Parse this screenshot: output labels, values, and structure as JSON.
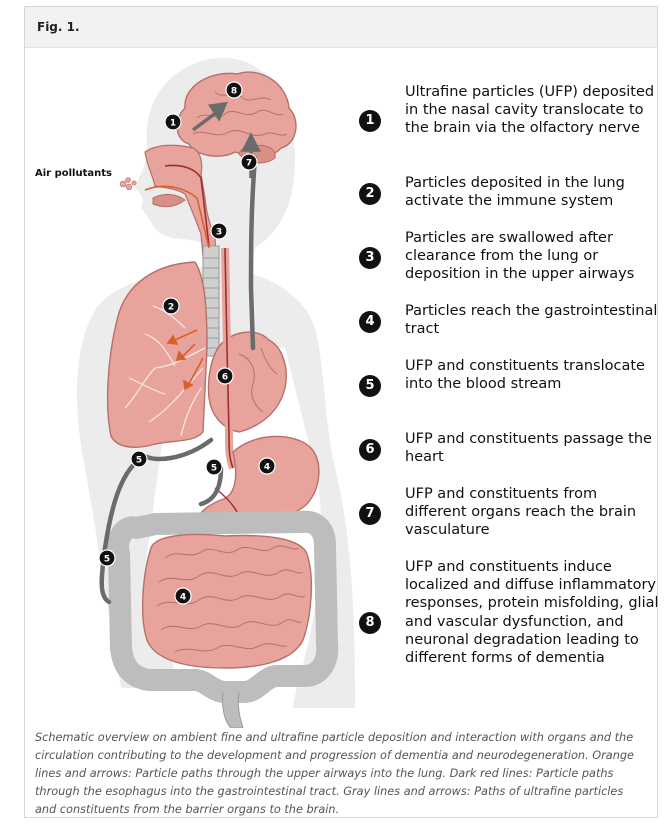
{
  "figure": {
    "label": "Fig. 1.",
    "air_label": "Air pollutants",
    "markers": [
      "1",
      "8",
      "7",
      "3",
      "2",
      "6",
      "5",
      "5",
      "4",
      "5",
      "4"
    ],
    "legend": [
      {
        "num": "1",
        "text": "Ultrafine particles (UFP) deposited in the nasal cavity translocate to the brain via the olfactory nerve"
      },
      {
        "num": "2",
        "text": "Particles deposited in the lung activate the immune system"
      },
      {
        "num": "3",
        "text": "Particles are swallowed after clearance from the lung or deposition in the upper airways"
      },
      {
        "num": "4",
        "text": "Particles reach the gastrointestinal tract"
      },
      {
        "num": "5",
        "text": "UFP and constituents translocate into the blood stream"
      },
      {
        "num": "6",
        "text": "UFP and constituents passage the heart"
      },
      {
        "num": "7",
        "text": "UFP and constituents from different organs reach the brain vasculature"
      },
      {
        "num": "8",
        "text": "UFP and constituents induce localized and diffuse inflammatory responses, protein misfolding, glial and vascular dysfunction, and neuronal degradation leading to different forms of dementia"
      }
    ],
    "caption": "Schematic overview on ambient fine and ultrafine particle deposition and interaction with organs and the circulation contributing to the development and progression of dementia and neurodegeneration. Orange lines and arrows: Particle paths through the upper airways into the lung. Dark red lines: Particle paths through the esophagus into the gastrointestinal tract. Gray lines and arrows: Paths of ultrafine particles and constituents from the barrier organs to the brain."
  },
  "colors": {
    "organ_pink": "#e8a49c",
    "organ_outline": "#b5706a",
    "dark_red_path": "#9c2f2a",
    "orange_path": "#d9602a",
    "gray_path": "#6b6b6b",
    "intestine_gray": "#bdbdbd",
    "body_silhouette": "#ececec"
  }
}
